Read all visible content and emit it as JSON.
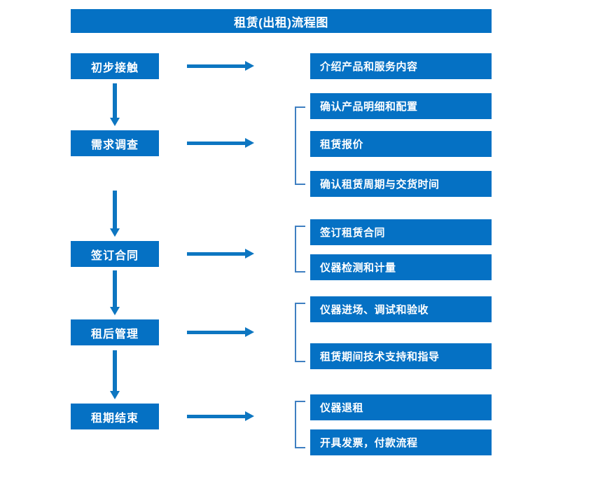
{
  "title": "租赁(出租)流程图",
  "accent_color": "#0571c4",
  "arrow_color": "#0d76c1",
  "bracket_color": "#3f7fc1",
  "text_color": "#ffffff",
  "background_color": "#ffffff",
  "stages": [
    {
      "label": "初步接触"
    },
    {
      "label": "需求调查"
    },
    {
      "label": "签订合同"
    },
    {
      "label": "租后管理"
    },
    {
      "label": "租期结束"
    }
  ],
  "details": [
    {
      "label": "介绍产品和服务内容"
    },
    {
      "label": "确认产品明细和配置"
    },
    {
      "label": "租赁报价"
    },
    {
      "label": "确认租赁周期与交货时间"
    },
    {
      "label": "签订租赁合同"
    },
    {
      "label": "仪器检测和计量"
    },
    {
      "label": "仪器进场、调试和验收"
    },
    {
      "label": "租赁期间技术支持和指导"
    },
    {
      "label": "仪器退租"
    },
    {
      "label": "开具发票，付款流程"
    }
  ],
  "groups": [
    {
      "stage": "初步接触",
      "items": [
        "介绍产品和服务内容"
      ],
      "bracketed": false
    },
    {
      "stage": "需求调查",
      "items": [
        "确认产品明细和配置",
        "租赁报价",
        "确认租赁周期与交货时间"
      ],
      "bracketed": true
    },
    {
      "stage": "签订合同",
      "items": [
        "签订租赁合同",
        "仪器检测和计量"
      ],
      "bracketed": true
    },
    {
      "stage": "租后管理",
      "items": [
        "仪器进场、调试和验收",
        "租赁期间技术支持和指导"
      ],
      "bracketed": true
    },
    {
      "stage": "租期结束",
      "items": [
        "仪器退租",
        "开具发票，付款流程"
      ],
      "bracketed": true
    }
  ],
  "connectors": {
    "horizontal_arrow_count": 5,
    "vertical_arrow_count": 4
  }
}
